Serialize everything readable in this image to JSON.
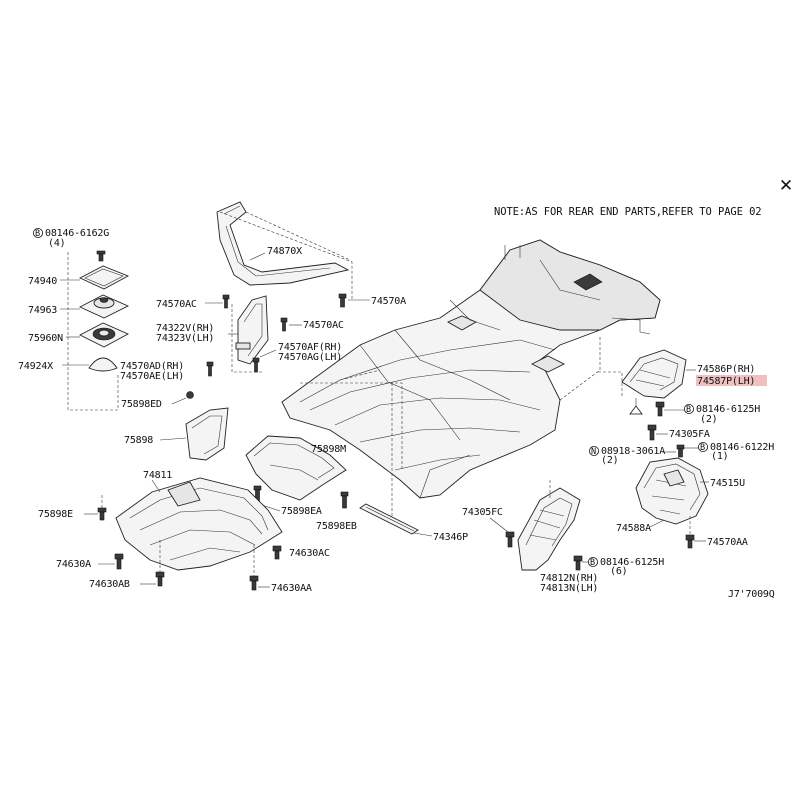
{
  "close_button": {
    "label": "✕"
  },
  "note": "NOTE:AS FOR REAR END PARTS,REFER TO PAGE 02",
  "figure_code": "J7'7009Q",
  "highlight_color": "#f0c0c0",
  "icons": {
    "bolt_circle": "B-in-circle",
    "nut_circle": "N-in-circle"
  },
  "labels": {
    "p08146_6162G": "08146-6162G",
    "p08146_6162G_qty": "(4)",
    "p74940": "74940",
    "p74963": "74963",
    "p75960N": "75960N",
    "p74924X": "74924X",
    "p74870X": "74870X",
    "p74570AC_a": "74570AC",
    "p74570A": "74570A",
    "p74322V": "74322V(RH)",
    "p74323V": "74323V(LH)",
    "p74570AC_b": "74570AC",
    "p74570AD": "74570AD(RH)",
    "p74570AE": "74570AE(LH)",
    "p74570AF": "74570AF(RH)",
    "p74570AG": "74570AG(LH)",
    "p75898ED": "75898ED",
    "p75898": "75898",
    "p75898M": "75898M",
    "p74811": "74811",
    "p75898E": "75898E",
    "p75898EA": "75898EA",
    "p75898EB": "75898EB",
    "p74630A": "74630A",
    "p74630AB": "74630AB",
    "p74630AC": "74630AC",
    "p74630AA": "74630AA",
    "p74346P": "74346P",
    "p74305FC": "74305FC",
    "p74812N": "74812N(RH)",
    "p74813N": "74813N(LH)",
    "p08146_6125H_b": "08146-6125H",
    "p08146_6125H_b_qty": "(6)",
    "p74586P": "74586P(RH)",
    "p74587P": "74587P(LH)",
    "p08146_6125H_a": "08146-6125H",
    "p08146_6125H_a_qty": "(2)",
    "p74305FA": "74305FA",
    "p08918_3061A": "08918-3061A",
    "p08918_3061A_qty": "(2)",
    "p08146_6122H": "08146-6122H",
    "p08146_6122H_qty": "(1)",
    "p74515U": "74515U",
    "p74588A": "74588A",
    "p74570AA": "74570AA",
    "b_mark": "B",
    "n_mark": "N"
  }
}
